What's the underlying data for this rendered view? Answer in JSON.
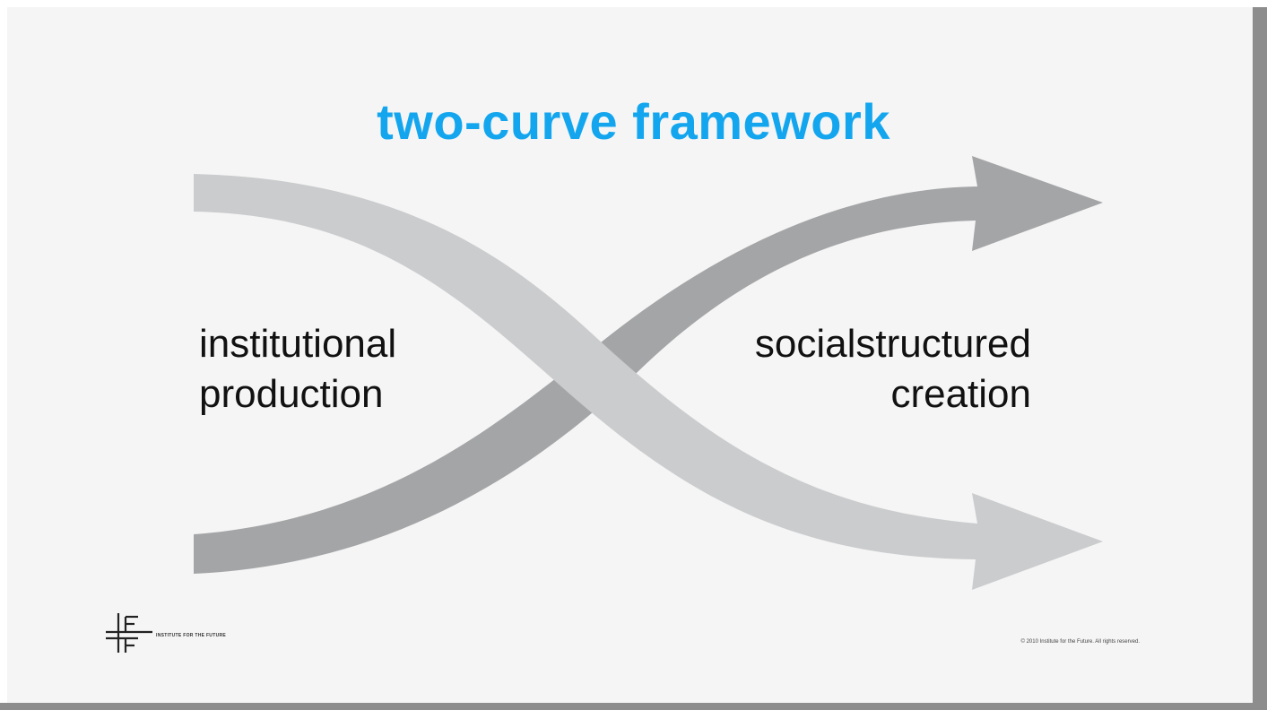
{
  "slide": {
    "title": "two-curve framework",
    "left_label": {
      "line1": "institutional",
      "line2": "production"
    },
    "right_label": {
      "line1": "socialstructured",
      "line2": "creation"
    },
    "logo": {
      "text": "INSTITUTE FOR THE FUTURE",
      "icon": "iftf-logo-icon"
    },
    "copyright": "© 2010 Institute for the Future. All rights reserved."
  },
  "colors": {
    "title": "#13a6ef",
    "background": "#f5f5f5",
    "rising_arrow": "#a4a5a7",
    "falling_arrow": "#cbccce",
    "label_text": "#111111"
  }
}
